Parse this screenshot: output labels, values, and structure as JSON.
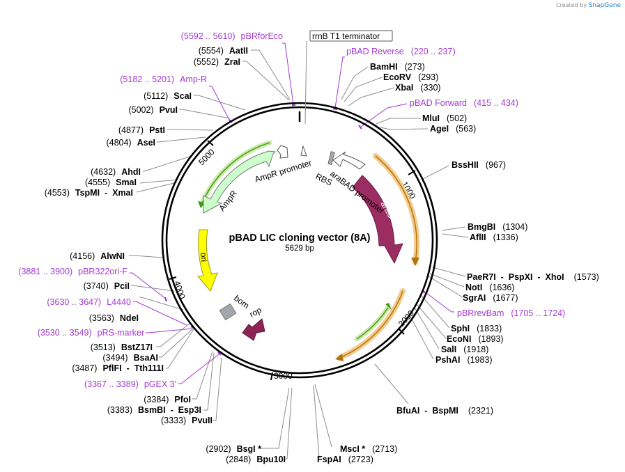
{
  "brand": {
    "prefix": "Created by",
    "name": "SnapGene"
  },
  "title": "pBAD LIC cloning vector (8A)",
  "length": "5629 bp",
  "terminator_box": "rrnB T1 terminator",
  "colors": {
    "backbone": "#000000",
    "primer": "#a437d4",
    "araC": "#9c2d62",
    "ampR": "#ccffcc",
    "ori": "#ffff00",
    "rop": "#8e2456",
    "bom": "#a3a6ab",
    "orf_line": "#3e9b12",
    "orf_glow": "#f4cb8b"
  },
  "ticks": [
    "1000",
    "2000",
    "3000",
    "4000",
    "5000"
  ],
  "features": {
    "araC": "araC",
    "araBAD_promoter": "araBAD promoter",
    "RBS": "RBS",
    "AmpR": "AmpR",
    "AmpR_promoter": "AmpR promoter",
    "ori": "ori",
    "bom": "bom",
    "rop": "rop"
  },
  "primers_right": [
    {
      "name": "pBAD Reverse",
      "range": "(220 .. 237)"
    },
    {
      "name": "pBAD Forward",
      "range": "(415 .. 434)"
    },
    {
      "name": "pBRrevBam",
      "range": "(1705 .. 1724)"
    }
  ],
  "primers_left": [
    {
      "range": "(5592 .. 5610)",
      "name": "pBRforEco"
    },
    {
      "range": "(5182 .. 5201)",
      "name": "Amp-R"
    },
    {
      "range": "(3881 .. 3900)",
      "name": "pBR322ori-F"
    },
    {
      "range": "(3630 .. 3647)",
      "name": "L4440"
    },
    {
      "range": "(3530 .. 3549)",
      "name": "pRS-marker"
    },
    {
      "range": "(3367 .. 3389)",
      "name": "pGEX 3'"
    }
  ],
  "sites_right": [
    {
      "name": "BamHI",
      "pos": "(273)"
    },
    {
      "name": "EcoRV",
      "pos": "(293)"
    },
    {
      "name": "XbaI",
      "pos": "(330)"
    },
    {
      "name": "MluI",
      "pos": "(502)"
    },
    {
      "name": "AgeI",
      "pos": "(563)"
    },
    {
      "name": "BssHII",
      "pos": "(967)"
    },
    {
      "name": "BmgBI",
      "pos": "(1304)"
    },
    {
      "name": "AflII",
      "pos": "(1336)"
    },
    {
      "name": "PaeR7I  -  PspXI  -  XhoI",
      "pos": "(1573)"
    },
    {
      "name": "NotI",
      "pos": "(1636)"
    },
    {
      "name": "SgrAI",
      "pos": "(1677)"
    },
    {
      "name": "SphI",
      "pos": "(1833)"
    },
    {
      "name": "EcoNI",
      "pos": "(1893)"
    },
    {
      "name": "SalI",
      "pos": "(1918)"
    },
    {
      "name": "PshAI",
      "pos": "(1983)"
    },
    {
      "name": "BfuAI  -  BspMI",
      "pos": "(2321)"
    },
    {
      "name": "MscI *",
      "pos": "(2713)"
    },
    {
      "name": "FspAI",
      "pos": "(2723)"
    }
  ],
  "sites_left": [
    {
      "pos": "(5554)",
      "name": "AatII"
    },
    {
      "pos": "(5552)",
      "name": "ZraI"
    },
    {
      "pos": "(5112)",
      "name": "ScaI"
    },
    {
      "pos": "(5002)",
      "name": "PvuI"
    },
    {
      "pos": "(4877)",
      "name": "PstI"
    },
    {
      "pos": "(4804)",
      "name": "AseI"
    },
    {
      "pos": "(4632)",
      "name": "AhdI"
    },
    {
      "pos": "(4555)",
      "name": "SmaI"
    },
    {
      "pos": "(4553)",
      "name": "TspMI  -  XmaI"
    },
    {
      "pos": "(4156)",
      "name": "AlwNI"
    },
    {
      "pos": "(3740)",
      "name": "PciI"
    },
    {
      "pos": "(3563)",
      "name": "NdeI"
    },
    {
      "pos": "(3513)",
      "name": "BstZ17I"
    },
    {
      "pos": "(3494)",
      "name": "BsaAI"
    },
    {
      "pos": "(3487)",
      "name": "PflFI  -  Tth111I"
    },
    {
      "pos": "(3384)",
      "name": "PfoI"
    },
    {
      "pos": "(3383)",
      "name": "BsmBI  -  Esp3I"
    },
    {
      "pos": "(3333)",
      "name": "PvuII"
    },
    {
      "pos": "(2902)",
      "name": "BsgI *"
    },
    {
      "pos": "(2848)",
      "name": "Bpu10I"
    }
  ]
}
